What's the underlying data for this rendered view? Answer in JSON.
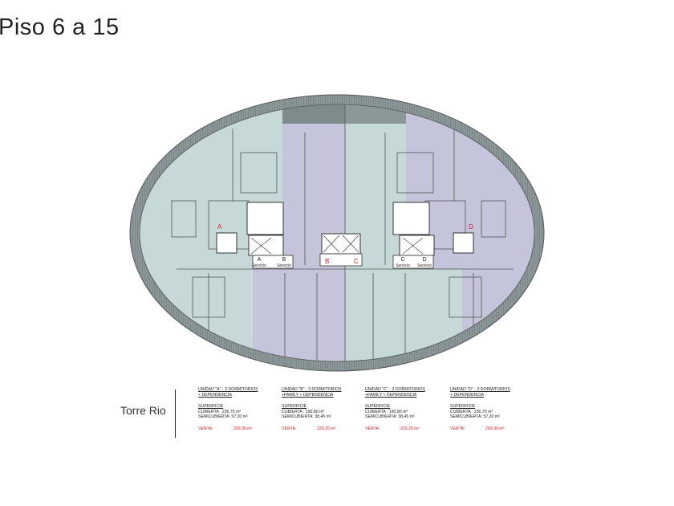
{
  "title": "Piso 6 a 15",
  "tower": "Torre Rio",
  "plan": {
    "unit_labels": [
      "A",
      "B",
      "C",
      "D"
    ],
    "service_labels": [
      {
        "letter": "A",
        "text": "Servicio"
      },
      {
        "letter": "B",
        "text": "Servicio"
      },
      {
        "letter": "C",
        "text": "Servicio"
      },
      {
        "letter": "D",
        "text": "Servicio"
      }
    ],
    "elevator_labels": [
      "B",
      "C"
    ]
  },
  "units": [
    {
      "line1": "UNIDAD \"A\" - 3 DORMITORIOS",
      "line2": "+ DEPENDENCIA",
      "superficie": "SUPERFICIE",
      "cubierta": "CUBIERTA : 236,70 m²",
      "semicubierta": "SEMICUBIERTA: 57,20 m²",
      "venta_label": "VENTA:",
      "venta": "293,90 m²"
    },
    {
      "line1": "UNIDAD \"B\" - 3 DORMITORIOS",
      "line2": "+FAMILY + DEPENDENCIA",
      "superficie": "SUPERFICIE",
      "cubierta": "CUBIERTA : 190,80 m²",
      "semicubierta": "SEMICUBIERTA: 38,45 m²",
      "venta_label": "VENTA:",
      "venta": "229,25 m²"
    },
    {
      "line1": "UNIDAD \"C\" - 3 DORMITORIOS",
      "line2": "+FAMILY + DEPENDENCIA",
      "superficie": "SUPERFICIE",
      "cubierta": "CUBIERTA : 190,80 m²",
      "semicubierta": "SEMICUBIERTA: 38,45 m²",
      "venta_label": "VENTA:",
      "venta": "229,25 m²"
    },
    {
      "line1": "UNIDAD \"D\" - 3 DORMITORIOS",
      "line2": "+ DEPENDENCIA",
      "superficie": "SUPERFICIE",
      "cubierta": "CUBIERTA : 236,70 m²",
      "semicubierta": "SEMICUBIERTA: 57,20 m²",
      "venta_label": "VENTA:",
      "venta": "293,90 m²"
    }
  ],
  "colors": {
    "green": "#c6d9d8",
    "purple": "#c4c4da",
    "ring": "#7f8a8c",
    "red": "#d0202a"
  }
}
